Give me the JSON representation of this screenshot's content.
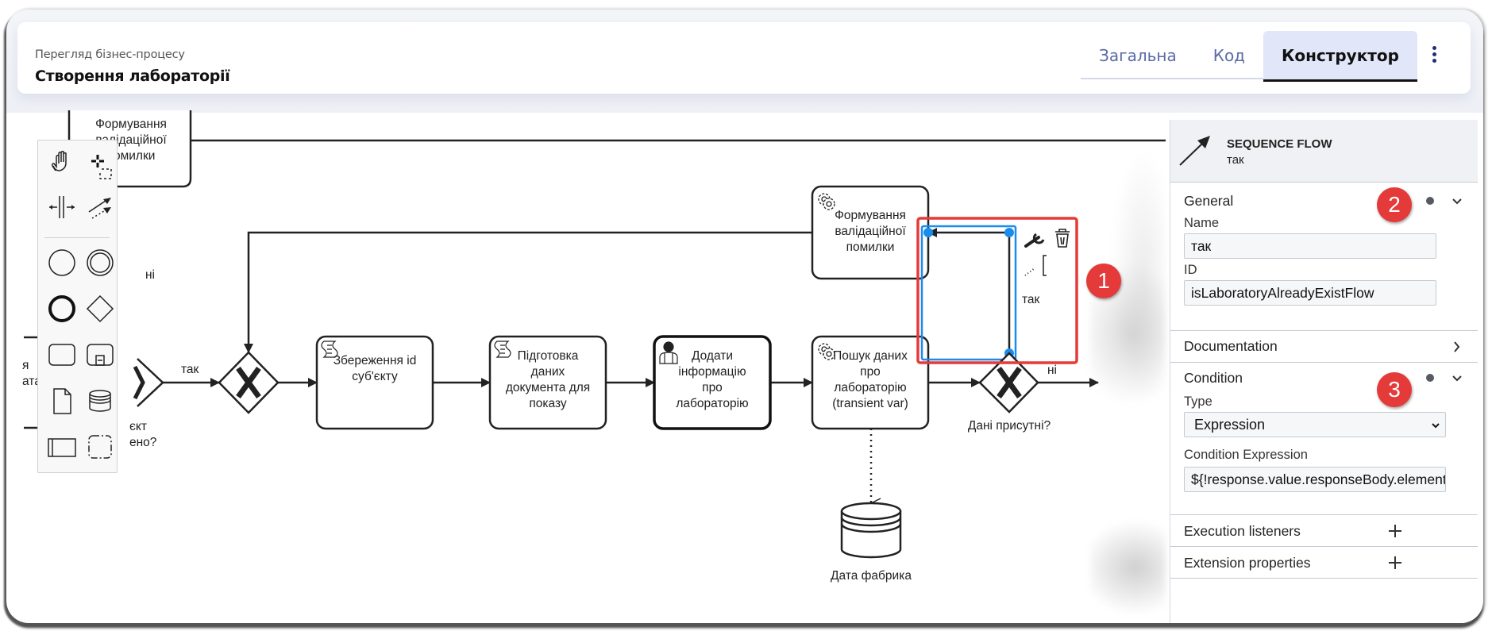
{
  "header": {
    "subtitle": "Перегляд бізнес-процесу",
    "title": "Створення лабораторії",
    "tabs": [
      {
        "label": "Загальна",
        "active": false
      },
      {
        "label": "Код",
        "active": false
      },
      {
        "label": "Конструктор",
        "active": true
      }
    ],
    "more_icon": "more-vertical-icon"
  },
  "palette": {
    "tools": [
      {
        "name": "hand-tool",
        "icon": "hand-icon"
      },
      {
        "name": "lasso-tool",
        "icon": "lasso-icon"
      },
      {
        "name": "space-tool",
        "icon": "space-icon"
      },
      {
        "name": "global-connect-tool",
        "icon": "connect-icon"
      },
      {
        "name": "create-start-event",
        "icon": "start-event-icon"
      },
      {
        "name": "create-intermediate-event",
        "icon": "intermediate-event-icon"
      },
      {
        "name": "create-end-event",
        "icon": "end-event-icon"
      },
      {
        "name": "create-gateway",
        "icon": "gateway-icon"
      },
      {
        "name": "create-task",
        "icon": "task-icon"
      },
      {
        "name": "create-subprocess",
        "icon": "subprocess-icon"
      },
      {
        "name": "create-data-object",
        "icon": "data-object-icon"
      },
      {
        "name": "create-data-store",
        "icon": "data-store-icon"
      },
      {
        "name": "create-pool",
        "icon": "pool-icon"
      },
      {
        "name": "create-group",
        "icon": "group-icon"
      }
    ]
  },
  "diagram": {
    "tasks": {
      "top_left_partial": [
        "Формування",
        "валідаційної",
        "помилки"
      ],
      "left_partial": [
        "я",
        "ата"
      ],
      "save_subject": [
        "Збереження id",
        "суб'єкту"
      ],
      "prepare_data": [
        "Підготовка",
        "даних",
        "документа для",
        "показу"
      ],
      "add_info": [
        "Додати",
        "інформацію",
        "про",
        "лабораторію"
      ],
      "search_data": [
        "Пошук даних",
        "про",
        "лабораторію",
        "(transient var)"
      ],
      "validation_error": [
        "Формування",
        "валідаційної",
        "помилки"
      ]
    },
    "gateways": {
      "left_partial_label": [
        "єкт",
        "ено?"
      ],
      "data_present_label": "Дані присутні?"
    },
    "flow_labels": {
      "no_top": "ні",
      "yes_left": "так",
      "yes_selected": "так",
      "no_right": "ні"
    },
    "data_store_label": "Дата фабрика",
    "context_pad": [
      "wrench-icon",
      "trash-icon",
      "text-annotation-icon"
    ]
  },
  "annotations": {
    "badge_1": "1",
    "badge_2": "2",
    "badge_3": "3",
    "highlight_color": "#e53a3a",
    "selection_color": "#1a8cee"
  },
  "properties": {
    "element_type": "SEQUENCE FLOW",
    "element_name": "так",
    "sections": {
      "general": {
        "title": "General",
        "name_label": "Name",
        "name_value": "так",
        "id_label": "ID",
        "id_value": "isLaboratoryAlreadyExistFlow"
      },
      "documentation": {
        "title": "Documentation"
      },
      "condition": {
        "title": "Condition",
        "type_label": "Type",
        "type_value": "Expression",
        "expression_label": "Condition Expression",
        "expression_value": "${!response.value.responseBody.elements.isEmpty()}"
      },
      "execution_listeners": {
        "title": "Execution listeners"
      },
      "extension_properties": {
        "title": "Extension properties"
      }
    }
  }
}
